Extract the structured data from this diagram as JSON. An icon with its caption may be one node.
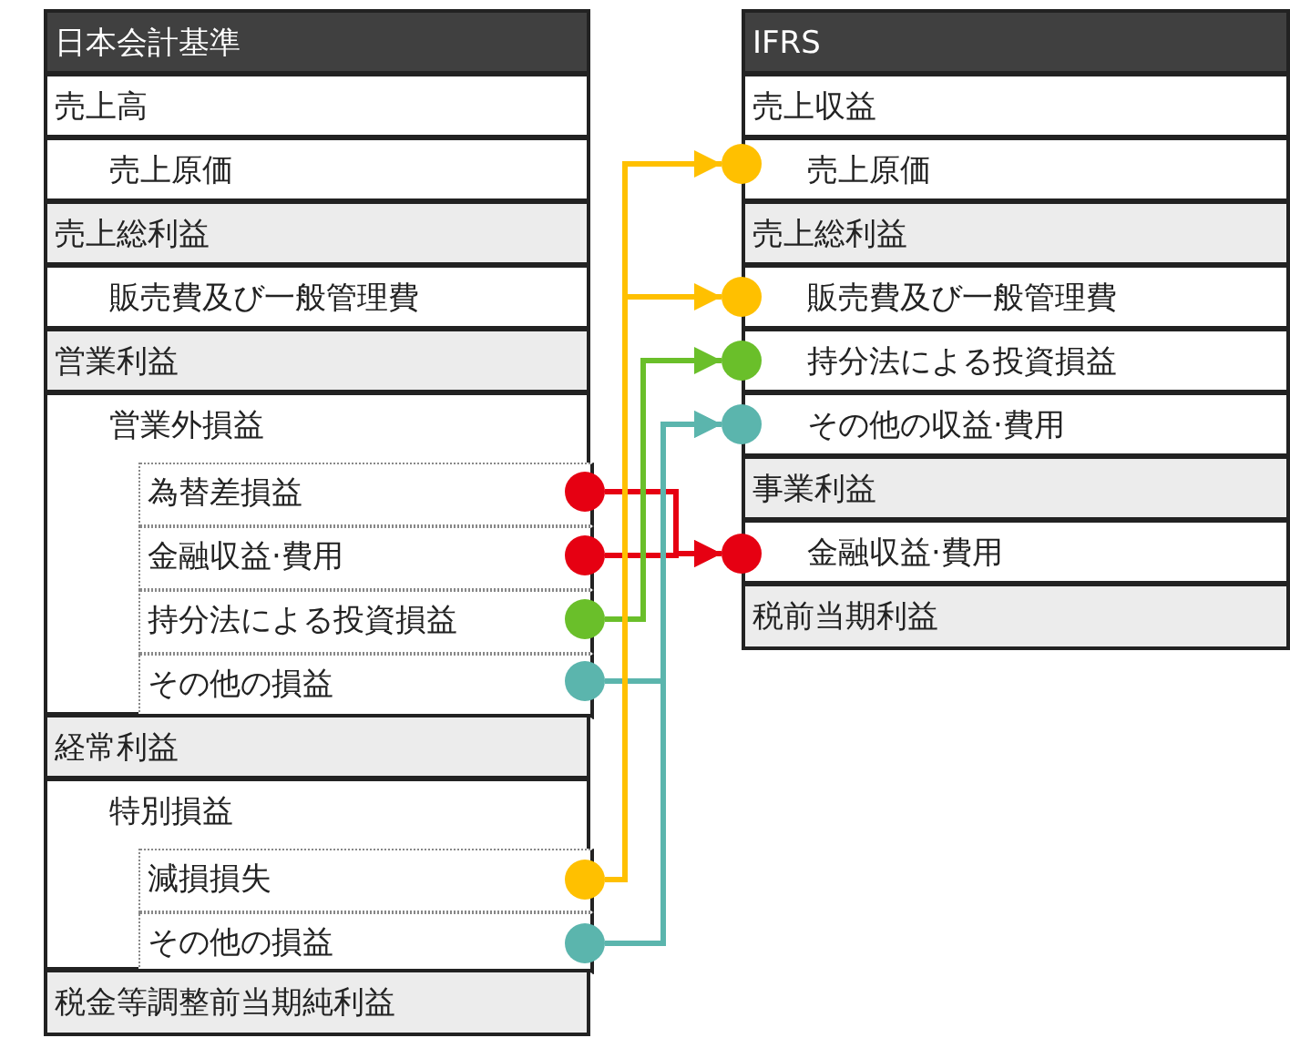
{
  "diagram": {
    "nodes": [
      {
        "text": [
          "日本会計基準"
        ]
      },
      {
        "text": [
          "売上高"
        ]
      },
      {
        "text": [
          "売上原価"
        ]
      },
      {
        "text": [
          "売上総利益"
        ]
      },
      {
        "text": [
          "販売費及び一般管理費"
        ]
      },
      {
        "text": [
          "営業利益"
        ]
      },
      {
        "text": [
          "営業外損益"
        ]
      },
      {
        "text": [
          "為替差損益"
        ],
        "in": 6
      },
      {
        "text": [
          "金融収益·費用"
        ],
        "in": 6
      },
      {
        "text": [
          "持分法による投資損益"
        ],
        "in": 6
      },
      {
        "text": [
          "その他の損益"
        ],
        "in": 6
      },
      {
        "text": [
          "経常利益"
        ]
      },
      {
        "text": [
          "特別損益"
        ]
      },
      {
        "text": [
          "減損損失"
        ],
        "in": 12
      },
      {
        "text": [
          "その他の損益"
        ],
        "in": 12
      },
      {
        "text": [
          "税金等調整前当期純利益"
        ]
      },
      {
        "text": [
          "IFRS"
        ]
      },
      {
        "text": [
          "売上収益"
        ]
      },
      {
        "text": [
          "売上原価"
        ]
      },
      {
        "text": [
          "売上総利益"
        ]
      },
      {
        "text": [
          "販売費及び一般管理費"
        ]
      },
      {
        "text": [
          "持分法による投資損益"
        ]
      },
      {
        "text": [
          "その他の収益·費用"
        ]
      },
      {
        "text": [
          "事業利益"
        ]
      },
      {
        "text": [
          "金融収益·費用"
        ]
      },
      {
        "text": [
          "税前当期利益"
        ]
      },
      {
        "text": [],
        "shape": "circle"
      },
      {
        "text": [],
        "shape": "circle"
      },
      {
        "text": [],
        "shape": "circle"
      },
      {
        "text": [],
        "shape": "circle"
      },
      {
        "text": [],
        "shape": "circle"
      },
      {
        "text": [],
        "shape": "circle"
      },
      {
        "text": [],
        "shape": "circle"
      },
      {
        "text": [],
        "shape": "circle"
      },
      {
        "text": [],
        "shape": "circle"
      },
      {
        "text": [],
        "shape": "circle"
      },
      {
        "text": [],
        "shape": "circle"
      }
    ],
    "edges": [
      {
        "from": 26,
        "to": 36,
        "arrow": "to",
        "color": "#e60012"
      },
      {
        "from": 27,
        "to": 36,
        "arrow": "to",
        "color": "#e60012"
      },
      {
        "from": 28,
        "to": 34,
        "arrow": "to",
        "color": "#6abf2a"
      },
      {
        "from": 29,
        "to": 35,
        "arrow": "to",
        "color": "#5bb5ad"
      },
      {
        "from": 30,
        "to": 32,
        "arrow": "to",
        "color": "#ffc000"
      },
      {
        "from": 30,
        "to": 33,
        "arrow": "to",
        "color": "#ffc000"
      },
      {
        "from": 31,
        "to": 35,
        "arrow": "to",
        "color": "#5bb5ad"
      }
    ]
  }
}
